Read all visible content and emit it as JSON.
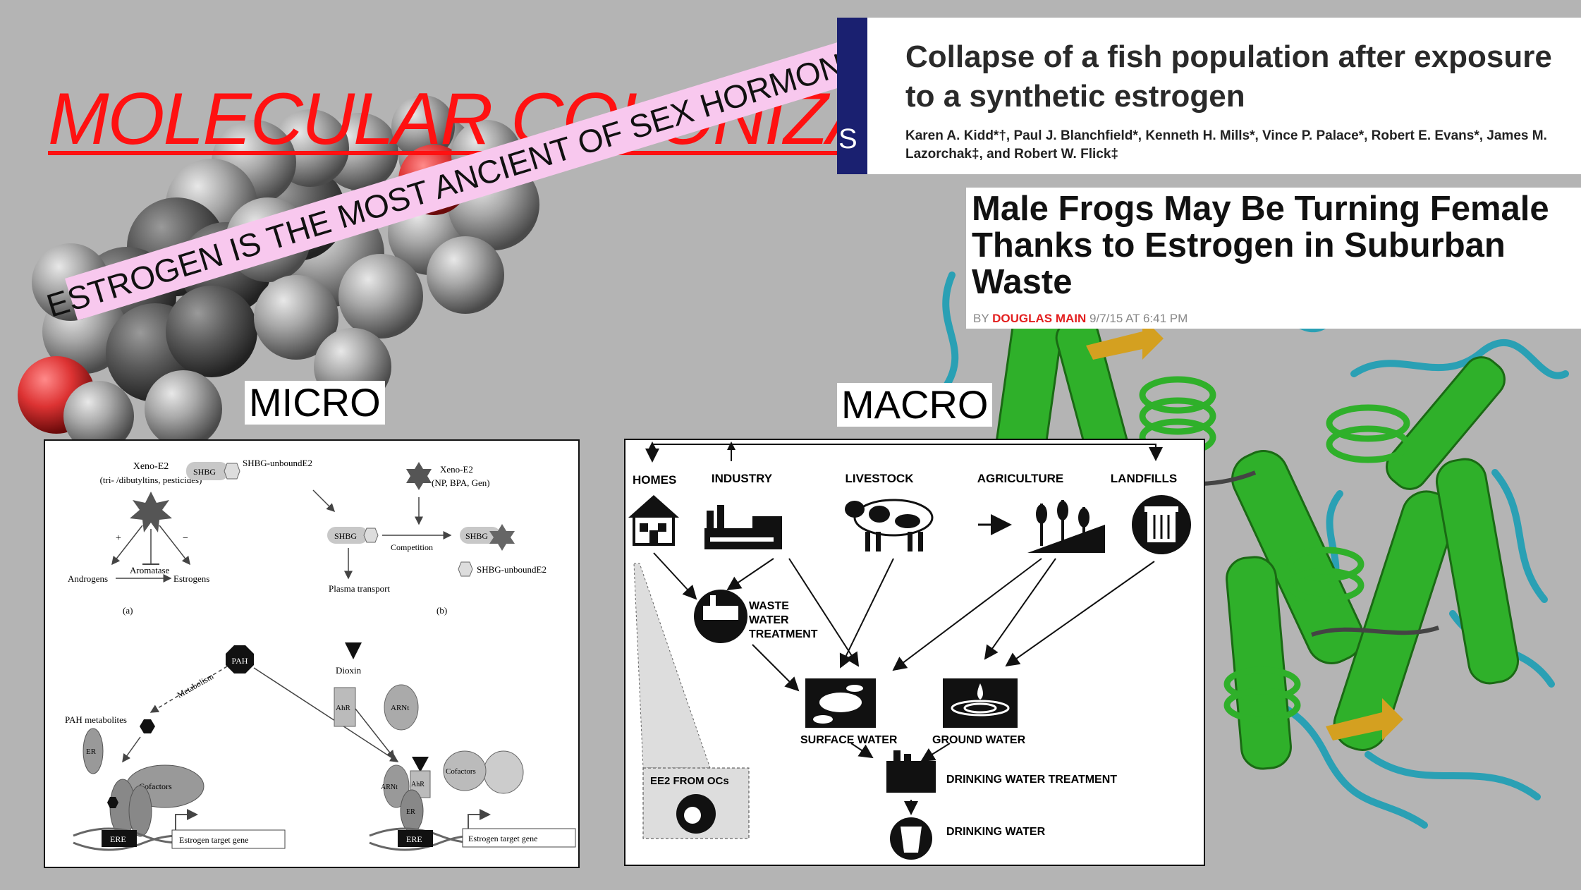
{
  "title": "MOLECULAR COLONIZATION",
  "banner": "ESTROGEN IS THE MOST ANCIENT OF SEX HORMONES",
  "micro_label": "MICRO",
  "macro_label": "MACRO",
  "paper": {
    "title": "Collapse of a fish population after exposure to a synthetic estrogen",
    "authors": "Karen A. Kidd*†, Paul J. Blanchfield*, Kenneth H. Mills*, Vince P. Palace*, Robert E. Evans*, James M. Lazorchak‡, and Robert W. Flick‡",
    "stripe_glyph": "S"
  },
  "news": {
    "title": "Male Frogs May Be Turning Female Thanks to Estrogen in Suburban Waste",
    "by": "BY",
    "author": "DOUGLAS MAIN",
    "date": "9/7/15 AT 6:41 PM"
  },
  "micro": {
    "xeno_e2": "Xeno-E2",
    "xeno_e2_sub": "(tri- /dibutyltins, pesticides)",
    "plus": "+",
    "minus": "−",
    "androgens": "Androgens",
    "aromatase": "Aromatase",
    "estrogens": "Estrogens",
    "panel_a": "(a)",
    "shbg": "SHBG",
    "shbg_unbound": "SHBG-unboundE2",
    "xeno_e2_b": "Xeno-E2",
    "xeno_e2_b_sub": "(NP, BPA, Gen)",
    "competition": "Competition",
    "plasma": "Plasma transport",
    "panel_b": "(b)",
    "pah": "PAH",
    "metabolism": "Metabolism",
    "pah_metabolites": "PAH metabolites",
    "dioxin": "Dioxin",
    "ahr": "AhR",
    "arnt": "ARNt",
    "er": "ER",
    "cofactors": "Cofactors",
    "ere": "ERE",
    "target_gene": "Estrogen target gene"
  },
  "macro": {
    "homes": "HOMES",
    "industry": "INDUSTRY",
    "livestock": "LIVESTOCK",
    "agriculture": "AGRICULTURE",
    "landfills": "LANDFILLS",
    "wwt1": "WASTE",
    "wwt2": "WATER",
    "wwt3": "TREATMENT",
    "surface": "SURFACE WATER",
    "ground": "GROUND WATER",
    "dwt": "DRINKING WATER TREATMENT",
    "dw": "DRINKING WATER",
    "ee2": "EE2 FROM OCs"
  },
  "colors": {
    "title": "#ff1111",
    "banner": "#f8c8ee",
    "background": "#b4b4b4",
    "protein": "#2fb02a",
    "strand": "#2aa0b4"
  }
}
